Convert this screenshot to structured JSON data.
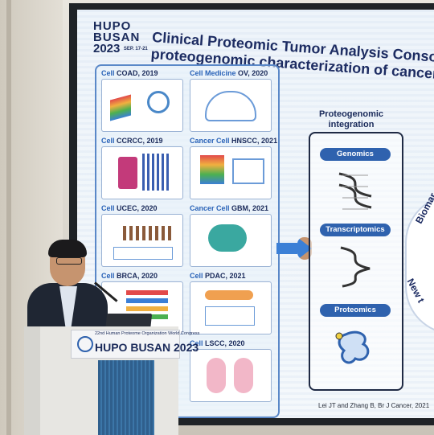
{
  "logo": {
    "line1": "HUPO",
    "line2": "BUSAN",
    "line3": "2023",
    "dates": "SEP. 17-21"
  },
  "slide_title": {
    "line1": "Clinical Proteomic Tumor Analysis Consor",
    "line2": "proteogenomic characterization of cancer"
  },
  "studies": [
    {
      "journal": "Cell",
      "label": "COAD, 2019"
    },
    {
      "journal": "Cell Medicine",
      "label": "OV, 2020"
    },
    {
      "journal": "Cell",
      "label": "CCRCC, 2019"
    },
    {
      "journal": "Cancer Cell",
      "label": "HNSCC, 2021"
    },
    {
      "journal": "Cell",
      "label": "UCEC, 2020"
    },
    {
      "journal": "Cancer Cell",
      "label": "GBM, 2021"
    },
    {
      "journal": "Cell",
      "label": "BRCA, 2020"
    },
    {
      "journal": "Cell",
      "label": "PDAC, 2021"
    },
    {
      "journal": "",
      "label": ""
    },
    {
      "journal": "Cell",
      "label": "LSCC, 2020"
    }
  ],
  "integration": {
    "title": "Proteogenomic integration",
    "layers": [
      "Genomics",
      "Transcriptomics",
      "Proteomics"
    ]
  },
  "arc_labels": [
    "Biomar",
    "New t"
  ],
  "credit": "Lei JT and Zhang B, Br J Cancer, 2021",
  "podium": {
    "small_text": "22nd Human Proteome Organization World Congress",
    "logo": "HUPO BUSAN 2023"
  },
  "colors": {
    "accent": "#2f62ae",
    "title": "#1d2c62",
    "screen_bg": "#eef4fa",
    "arrow": "#3b7fd6"
  }
}
